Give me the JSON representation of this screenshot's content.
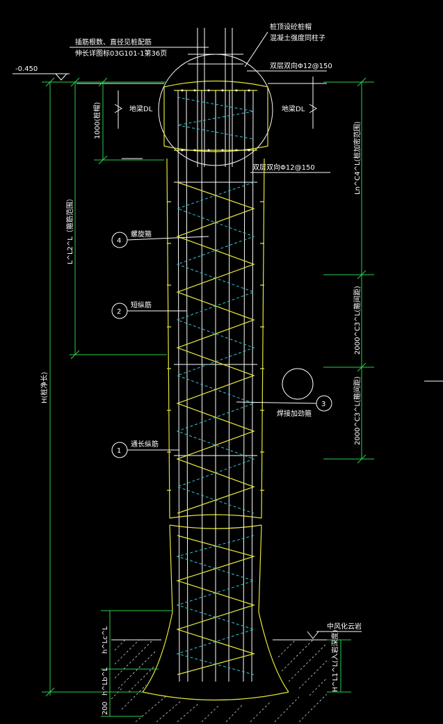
{
  "labels": {
    "elev": "-0.450",
    "top1": "插筋根数、直径见桩配筋",
    "top2": "伸长详图标03G101-1第36页",
    "top3": "桩顶设砼桩帽",
    "top4": "混凝土强度同柱子",
    "mesh_top": "双层双向Φ12@150",
    "mesh_bot": "双层双向Φ12@150",
    "dl_left": "地梁DL",
    "dl_right": "地梁DL",
    "cap_height": "1000(桩帽)",
    "l2": "L^L2^L（箍筋范围）",
    "h": "H(桩净长)",
    "ln": "Ln^C4^L(桩加密范围)",
    "d1": "2000^C3^L(箍间距)",
    "d2": "2000^C3^L(箍间距)",
    "hlc": "h^Lc^L",
    "hlb": "h^Lb^L",
    "d200": "200",
    "hl": "H^L1^L(入岩深度)",
    "rock": "中风化云岩",
    "c4": "4",
    "c4_label": "螺旋箍",
    "c2": "2",
    "c2_label": "短纵筋",
    "c3": "3",
    "c3_label": "焊接加劲箍",
    "c1": "1",
    "c1_label": "通长纵筋"
  }
}
